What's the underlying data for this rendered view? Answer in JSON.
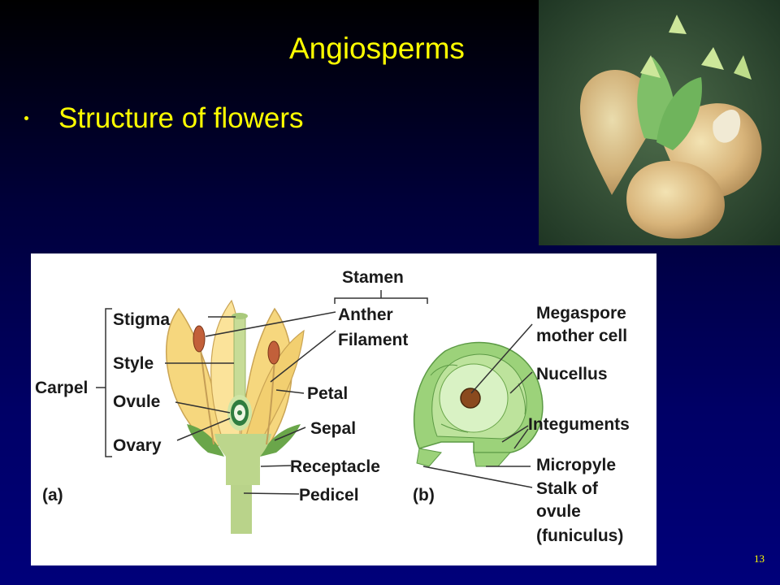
{
  "slide": {
    "title": "Angiosperms",
    "bullet": "Structure of flowers",
    "page_number": "13"
  },
  "diagram": {
    "labels": {
      "stamen": "Stamen",
      "anther": "Anther",
      "filament": "Filament",
      "stigma": "Stigma",
      "style": "Style",
      "carpel": "Carpel",
      "ovule": "Ovule",
      "ovary": "Ovary",
      "petal": "Petal",
      "sepal": "Sepal",
      "receptacle": "Receptacle",
      "pedicel": "Pedicel",
      "panel_a": "(a)",
      "panel_b": "(b)",
      "megaspore_1": "Megaspore",
      "megaspore_2": "mother cell",
      "nucellus": "Nucellus",
      "integuments": "Integuments",
      "micropyle": "Micropyle",
      "stalk_1": "Stalk of",
      "stalk_2": "ovule",
      "stalk_3": "(funiculus)"
    }
  },
  "colors": {
    "title_text": "#ffff00",
    "petal": "#f6d77e",
    "stalk": "#b9d38a",
    "ovule_green": "#9cd27a",
    "anther": "#c2603a"
  }
}
